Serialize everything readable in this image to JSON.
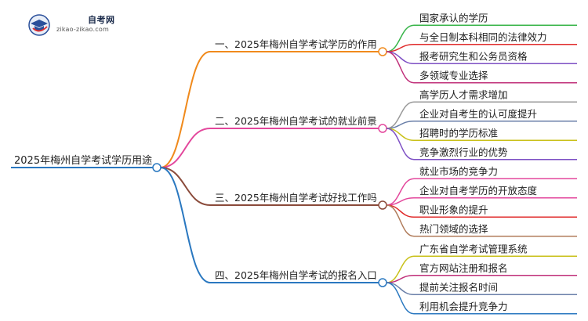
{
  "logo": {
    "title": "自考网",
    "url": "zikao-zikao.com"
  },
  "mindmap": {
    "root": "2025年梅州自学考试学历用途",
    "branches": [
      {
        "label": "一、2025年梅州自学考试学历的作用",
        "color": "#f08a1c",
        "children": [
          {
            "label": "国家承认的学历",
            "color": "#39b54a"
          },
          {
            "label": "与全日制本科相同的法律效力",
            "color": "#e02b2b"
          },
          {
            "label": "报考研究生和公务员资格",
            "color": "#7d4fc4"
          },
          {
            "label": "多领域专业选择",
            "color": "#c0307a"
          }
        ]
      },
      {
        "label": "二、2025年梅州自学考试的就业前景",
        "color": "#e3479c",
        "children": [
          {
            "label": "高学历人才需求增加",
            "color": "#9a9a9a"
          },
          {
            "label": "企业对自考生的认可度提升",
            "color": "#6a7fa8"
          },
          {
            "label": "招聘时的学历标准",
            "color": "#c9c11a"
          },
          {
            "label": "竞争激烈行业的优势",
            "color": "#7d4fc4"
          }
        ]
      },
      {
        "label": "三、2025年梅州自学考试好找工作吗",
        "color": "#8a4a3a",
        "children": [
          {
            "label": "就业市场的竞争力",
            "color": "#e3479c"
          },
          {
            "label": "企业对自考学历的开放态度",
            "color": "#e3479c"
          },
          {
            "label": "职业形象的提升",
            "color": "#e02b2b"
          },
          {
            "label": "热门领域的选择",
            "color": "#b07b5a"
          }
        ]
      },
      {
        "label": "四、2025年梅州自学考试的报名入口",
        "color": "#2a78c0",
        "children": [
          {
            "label": "广东省自学考试管理系统",
            "color": "#c9c11a"
          },
          {
            "label": "官方网站注册和报名",
            "color": "#c0307a"
          },
          {
            "label": "提前关注报名时间",
            "color": "#6a7fa8"
          },
          {
            "label": "利用机会提升竞争力",
            "color": "#2a78c0"
          }
        ]
      }
    ]
  }
}
